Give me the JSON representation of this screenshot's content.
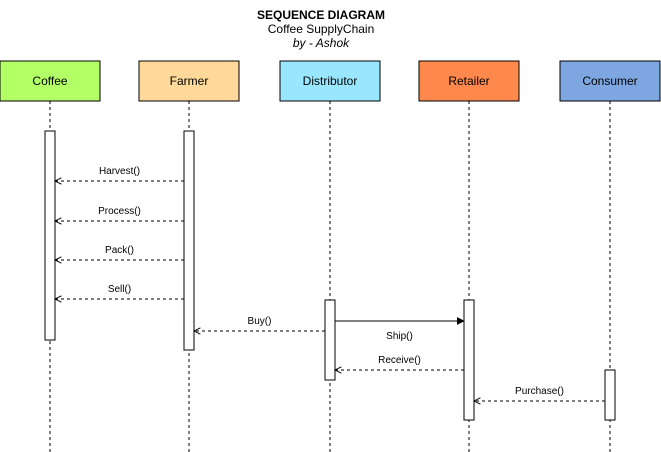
{
  "title": {
    "main": "SEQUENCE DIAGRAM",
    "subtitle": "Coffee SupplyChain",
    "author": "by - Ashok"
  },
  "actors": [
    {
      "id": "coffee",
      "label": "Coffee",
      "color": "#b3ff66"
    },
    {
      "id": "farmer",
      "label": "Farmer",
      "color": "#ffd999"
    },
    {
      "id": "distributor",
      "label": "Distributor",
      "color": "#99e6ff"
    },
    {
      "id": "retailer",
      "label": "Retailer",
      "color": "#ff884d"
    },
    {
      "id": "consumer",
      "label": "Consumer",
      "color": "#7ea6e0"
    }
  ],
  "messages": [
    {
      "label": "Harvest()",
      "from": "farmer",
      "to": "coffee",
      "style": "dashed"
    },
    {
      "label": "Process()",
      "from": "farmer",
      "to": "coffee",
      "style": "dashed"
    },
    {
      "label": "Pack()",
      "from": "farmer",
      "to": "coffee",
      "style": "dashed"
    },
    {
      "label": "Sell()",
      "from": "farmer",
      "to": "coffee",
      "style": "dashed"
    },
    {
      "label": "Buy()",
      "from": "distributor",
      "to": "farmer",
      "style": "dashed"
    },
    {
      "label": "Ship()",
      "from": "distributor",
      "to": "retailer",
      "style": "solid"
    },
    {
      "label": "Receive()",
      "from": "retailer",
      "to": "distributor",
      "style": "dashed"
    },
    {
      "label": "Purchase()",
      "from": "consumer",
      "to": "retailer",
      "style": "dashed"
    }
  ]
}
